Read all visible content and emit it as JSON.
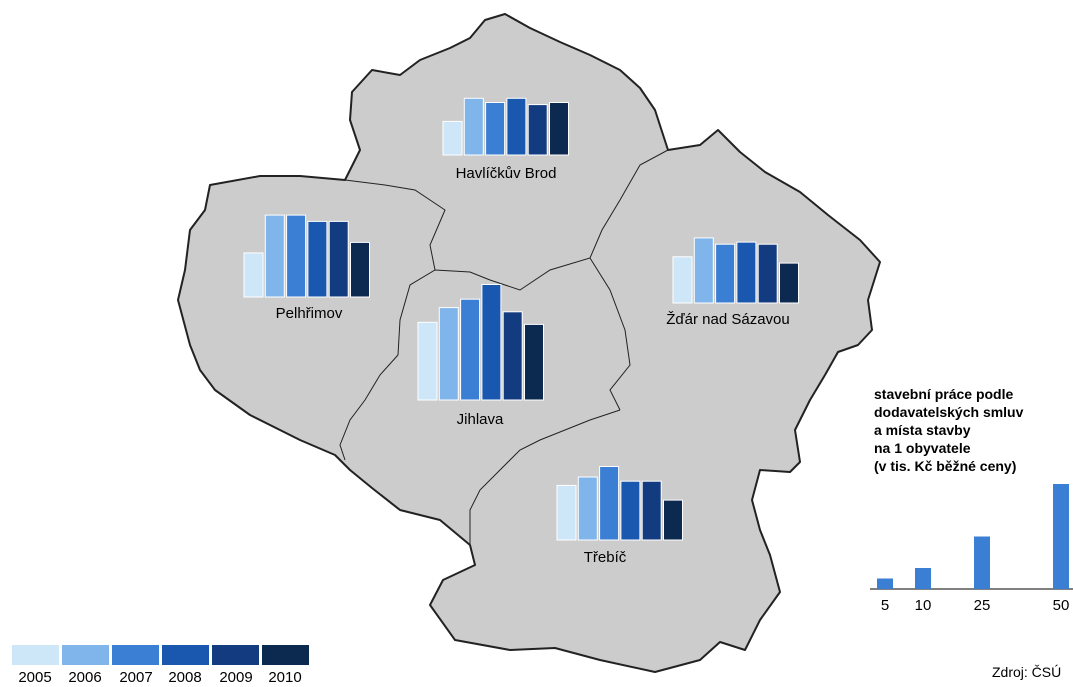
{
  "chart_data": {
    "type": "bar",
    "unit_label": "stavební práce podle dodavatelských smluv a místa stavby na 1 obyvatele (v tis. Kč běžné ceny)",
    "categories": [
      "2005",
      "2006",
      "2007",
      "2008",
      "2009",
      "2010"
    ],
    "colors": [
      "#cde6f8",
      "#7fb5ea",
      "#3b7fd4",
      "#1a58b0",
      "#133c80",
      "#0c2a50"
    ],
    "series": [
      {
        "name": "Havlíčkův Brod",
        "values": [
          16,
          27,
          25,
          27,
          24,
          25
        ]
      },
      {
        "name": "Pelhřimov",
        "values": [
          21,
          39,
          39,
          36,
          36,
          26
        ]
      },
      {
        "name": "Žďár nad Sázavou",
        "values": [
          22,
          31,
          28,
          29,
          28,
          19
        ]
      },
      {
        "name": "Jihlava",
        "values": [
          37,
          44,
          48,
          55,
          42,
          36
        ]
      },
      {
        "name": "Třebíč",
        "values": [
          26,
          30,
          35,
          28,
          28,
          19
        ]
      }
    ]
  },
  "scale_legend": {
    "title_lines": [
      "stavební práce podle",
      "dodavatelských smluv",
      "a místa stavby",
      "na 1 obyvatele",
      "(v tis. Kč běžné ceny)"
    ],
    "values": [
      5,
      10,
      25,
      50
    ],
    "labels": [
      "5",
      "10",
      "25",
      "50"
    ]
  },
  "year_legend": [
    "2005",
    "2006",
    "2007",
    "2008",
    "2009",
    "2010"
  ],
  "source": "Zdroj: ČSÚ"
}
